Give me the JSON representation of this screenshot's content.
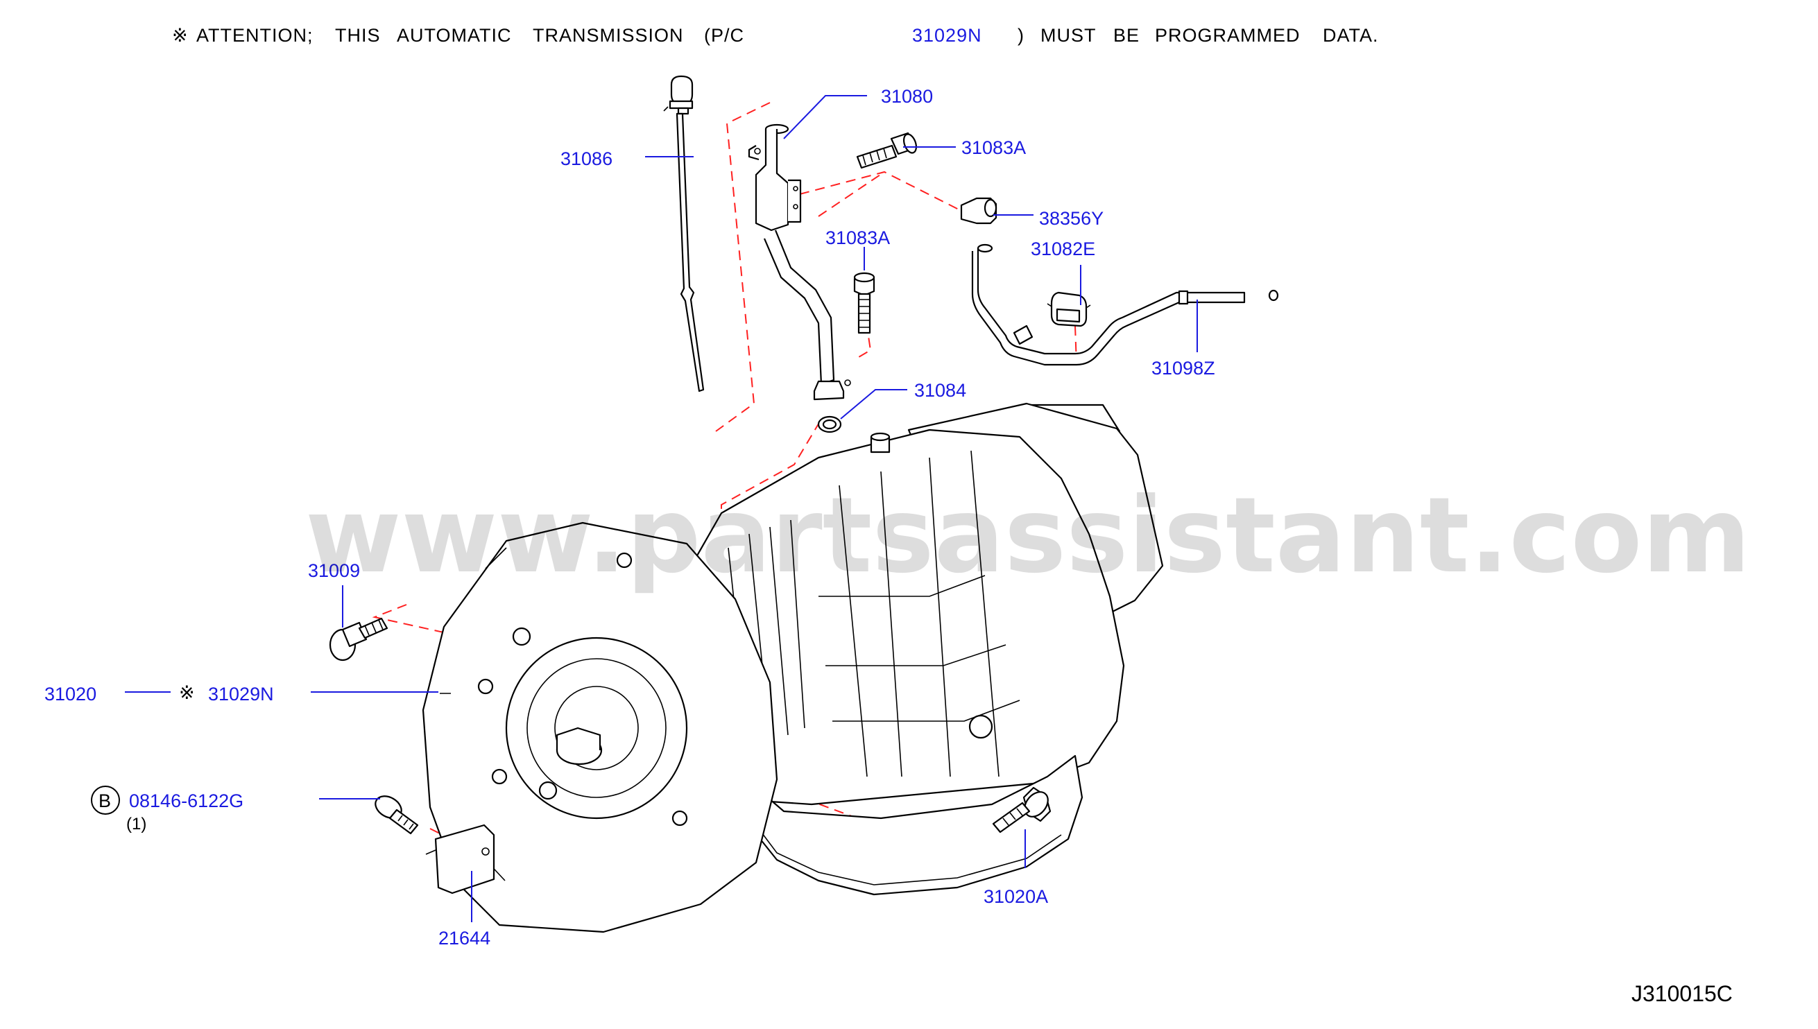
{
  "attention": {
    "symbol": "※",
    "text_1": "ATTENTION;",
    "text_2": "THIS",
    "text_3": "AUTOMATIC",
    "text_4": "TRANSMISSION",
    "text_5": "(P/C",
    "part_ref": "31029N",
    "text_6": ")",
    "text_7": "MUST",
    "text_8": "BE",
    "text_9": "PROGRAMMED",
    "text_10": "DATA."
  },
  "watermark": "www.partsassistant.com",
  "diagram_code": "J310015C",
  "callouts": {
    "p31086": "31086",
    "p31080": "31080",
    "p31083A_top": "31083A",
    "p38356Y": "38356Y",
    "p31083A_mid": "31083A",
    "p31082E": "31082E",
    "p31098Z": "31098Z",
    "p31084": "31084",
    "p31009": "31009",
    "p31020": "31020",
    "p31029N_symbol": "※",
    "p31029N": "31029N",
    "bolt_circle_letter": "B",
    "p08146": "08146-6122G",
    "p08146_qty": "(1)",
    "p21644": "21644",
    "p31020A": "31020A"
  },
  "colors": {
    "label_blue": "#1a1ae0",
    "dashed_red": "#ff2020",
    "outline_black": "#000000"
  }
}
